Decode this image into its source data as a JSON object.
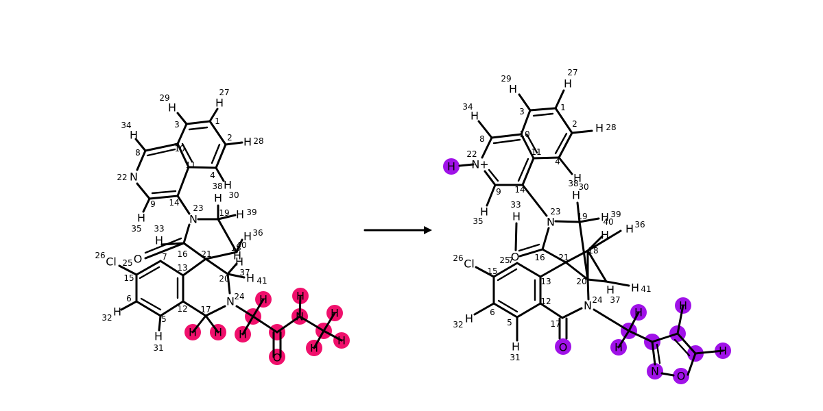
{
  "colors": {
    "left_highlight": "#f0106c",
    "right_highlight": "#a012e8",
    "bond": "#000000"
  },
  "left": {
    "atoms": {
      "Cl": "Cl",
      "O1": "O",
      "N22": "N",
      "N23": "N",
      "N24": "N",
      "O_amide": "O",
      "N_amide": "N",
      "H": "H"
    },
    "indices": [
      "29",
      "27",
      "34",
      "3",
      "1",
      "8",
      "10",
      "2",
      "28",
      "22",
      "11",
      "4",
      "38",
      "30",
      "9",
      "14",
      "23",
      "19",
      "39",
      "35",
      "33",
      "36",
      "26",
      "25",
      "7",
      "16",
      "21",
      "18",
      "40",
      "15",
      "13",
      "20",
      "37",
      "41",
      "24",
      "6",
      "12",
      "17",
      "5",
      "32",
      "31"
    ]
  },
  "right": {
    "atoms": {
      "Cl": "Cl",
      "O": "O",
      "N_plus": "N+",
      "N23": "N",
      "N24": "N",
      "O_carbonyl": "O",
      "N_ring": "N",
      "O_ring": "O",
      "H": "H"
    },
    "indices": [
      "29",
      "27",
      "34",
      "3",
      "1",
      "8",
      "10",
      "2",
      "28",
      "22",
      "11",
      "4",
      "38",
      "30",
      "9",
      "14",
      "23",
      "19",
      "39",
      "40",
      "35",
      "33",
      "36",
      "26",
      "25",
      "7",
      "16",
      "21",
      "18",
      "15",
      "20",
      "41",
      "13",
      "24",
      "37",
      "12",
      "6",
      "32",
      "17",
      "5",
      "31"
    ]
  }
}
